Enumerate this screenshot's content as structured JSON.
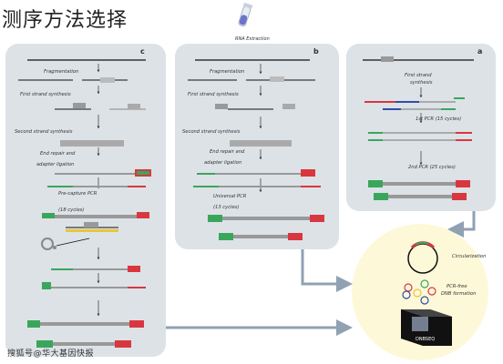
{
  "title": "测序方法选择",
  "top_label": "RNA Extraction",
  "panels": {
    "c": {
      "label": "c",
      "steps": [
        "Fragmentation",
        "First strand synthesis",
        "Second strand synthesis",
        "End repair and",
        "adapter ligation",
        "Pre-capture PCR",
        "(18 cycles)"
      ]
    },
    "b": {
      "label": "b",
      "steps": [
        "Fragmentation",
        "First strand synthesis",
        "Second strand synthesis",
        "End repair and",
        "adapter ligation",
        "Universal PCR",
        "(13 cycles)"
      ]
    },
    "a": {
      "label": "a",
      "steps": [
        "First strand",
        "synthesis",
        "1st  PCR (15 cycles)",
        "2nd PCR (25 cycles)"
      ]
    }
  },
  "circle": {
    "circularization": "Circularization",
    "pcr_free_1": "PCR-free",
    "pcr_free_2": "DNB formation",
    "instrument": "DNBSEQ"
  },
  "watermark": "搜狐号@华大基因快报",
  "colors": {
    "panel_bg": "#dde2e7",
    "circle_bg": "#fdf8d8",
    "arrow": "#8fa1b3",
    "red": "#d9373f",
    "green": "#3aa65b",
    "blue": "#2f4fa8",
    "yellow": "#e7c63a"
  }
}
